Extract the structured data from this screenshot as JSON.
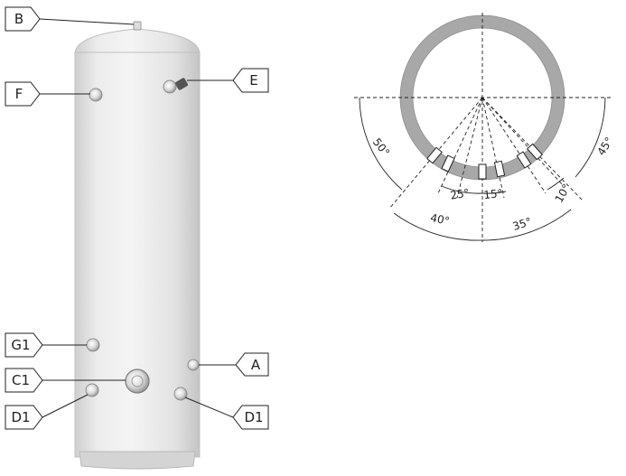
{
  "cylinder": {
    "labels": {
      "b": "B",
      "e": "E",
      "f": "F",
      "g1": "G1",
      "a": "A",
      "c1": "C1",
      "d1_left": "D1",
      "d1_right": "D1"
    }
  },
  "plan_view": {
    "angles": {
      "a50": "50°",
      "a45": "45°",
      "a25": "25°",
      "a15": "15°",
      "a10": "10°",
      "a40": "40°",
      "a35": "35°"
    }
  },
  "colors": {
    "cylinder_body": "#e6e6e6",
    "ring": "#a8a8a8",
    "line": "#222222"
  }
}
